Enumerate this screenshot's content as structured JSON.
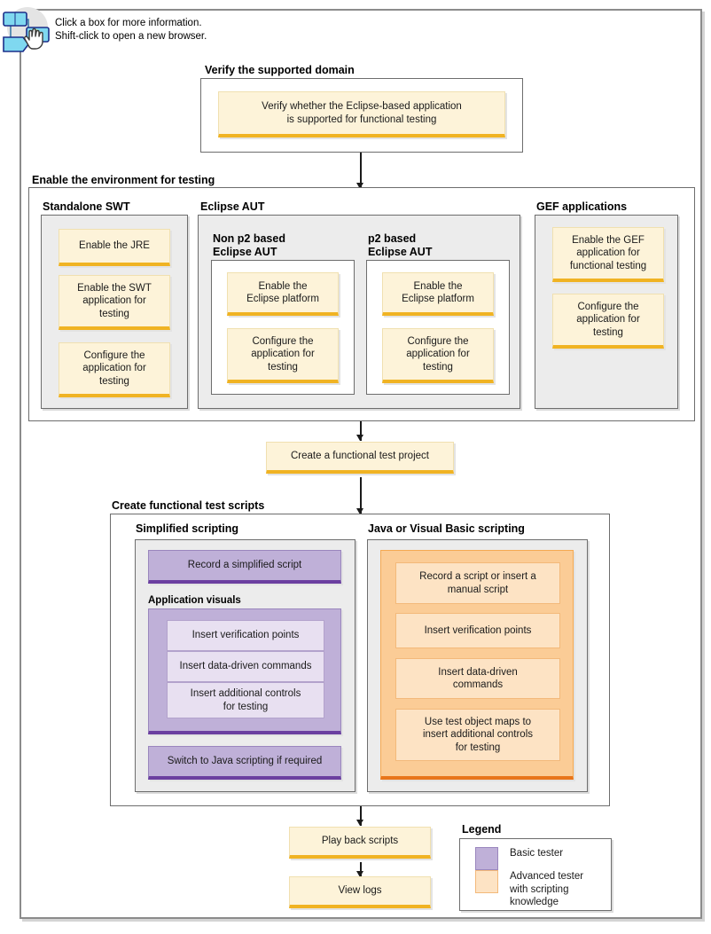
{
  "hint": {
    "icon": "diagram-click-cursor-icon",
    "line1": "Click a box for more information.",
    "line2": "Shift-click to open a new browser.",
    "text": "Click a box for more information.\nShift-click to open a new browser."
  },
  "colors": {
    "advanced_fill": "#fdf3d9",
    "advanced_accent": "#f0b323",
    "basic_fill": "#bfb0d8",
    "basic_accent": "#6b3fa0",
    "orange_fill": "#fbcc96",
    "orange_accent": "#e8751a",
    "panel_gray": "#ececec",
    "frame_gray": "#6d6d6d"
  },
  "sections": {
    "verify": {
      "title": "Verify the supported domain",
      "node": "Verify whether the Eclipse-based application\nis supported for functional testing"
    },
    "enable_env": {
      "title": "Enable the environment for testing",
      "standalone_swt": {
        "title": "Standalone SWT",
        "nodes": [
          "Enable the JRE",
          "Enable the SWT\napplication for\ntesting",
          "Configure the\napplication for\ntesting"
        ]
      },
      "eclipse_aut": {
        "title": "Eclipse AUT",
        "non_p2": {
          "title": "Non p2 based\nEclipse AUT",
          "nodes": [
            "Enable the\nEclipse platform",
            "Configure the\napplication for\ntesting"
          ]
        },
        "p2": {
          "title": "p2 based\nEclipse AUT",
          "nodes": [
            "Enable the\nEclipse platform",
            "Configure the\napplication for\ntesting"
          ]
        }
      },
      "gef": {
        "title": "GEF applications",
        "nodes": [
          "Enable the GEF\napplication for\nfunctional testing",
          "Configure the\napplication for\ntesting"
        ]
      }
    },
    "create_project": {
      "node": "Create a functional test project"
    },
    "create_scripts": {
      "title": "Create functional test scripts",
      "simplified": {
        "title": "Simplified scripting",
        "record": "Record a simplified script",
        "app_visuals_title": "Application visuals",
        "app_visuals_nodes": [
          "Insert verification points",
          "Insert data-driven commands",
          "Insert additional controls\nfor testing"
        ],
        "switch": "Switch to Java scripting if required"
      },
      "java_vb": {
        "title": "Java or Visual Basic scripting",
        "nodes": [
          "Record a script or insert a\nmanual script",
          "Insert verification points",
          "Insert data-driven\ncommands",
          "Use test object maps to\ninsert additional controls\nfor testing"
        ]
      }
    },
    "playback": {
      "node": "Play back scripts"
    },
    "viewlogs": {
      "node": "View logs"
    }
  },
  "legend": {
    "title": "Legend",
    "items": [
      {
        "label": "Basic tester",
        "swatch": "basic"
      },
      {
        "label": "Advanced tester\nwith scripting\nknowledge",
        "swatch": "advanced"
      }
    ]
  }
}
